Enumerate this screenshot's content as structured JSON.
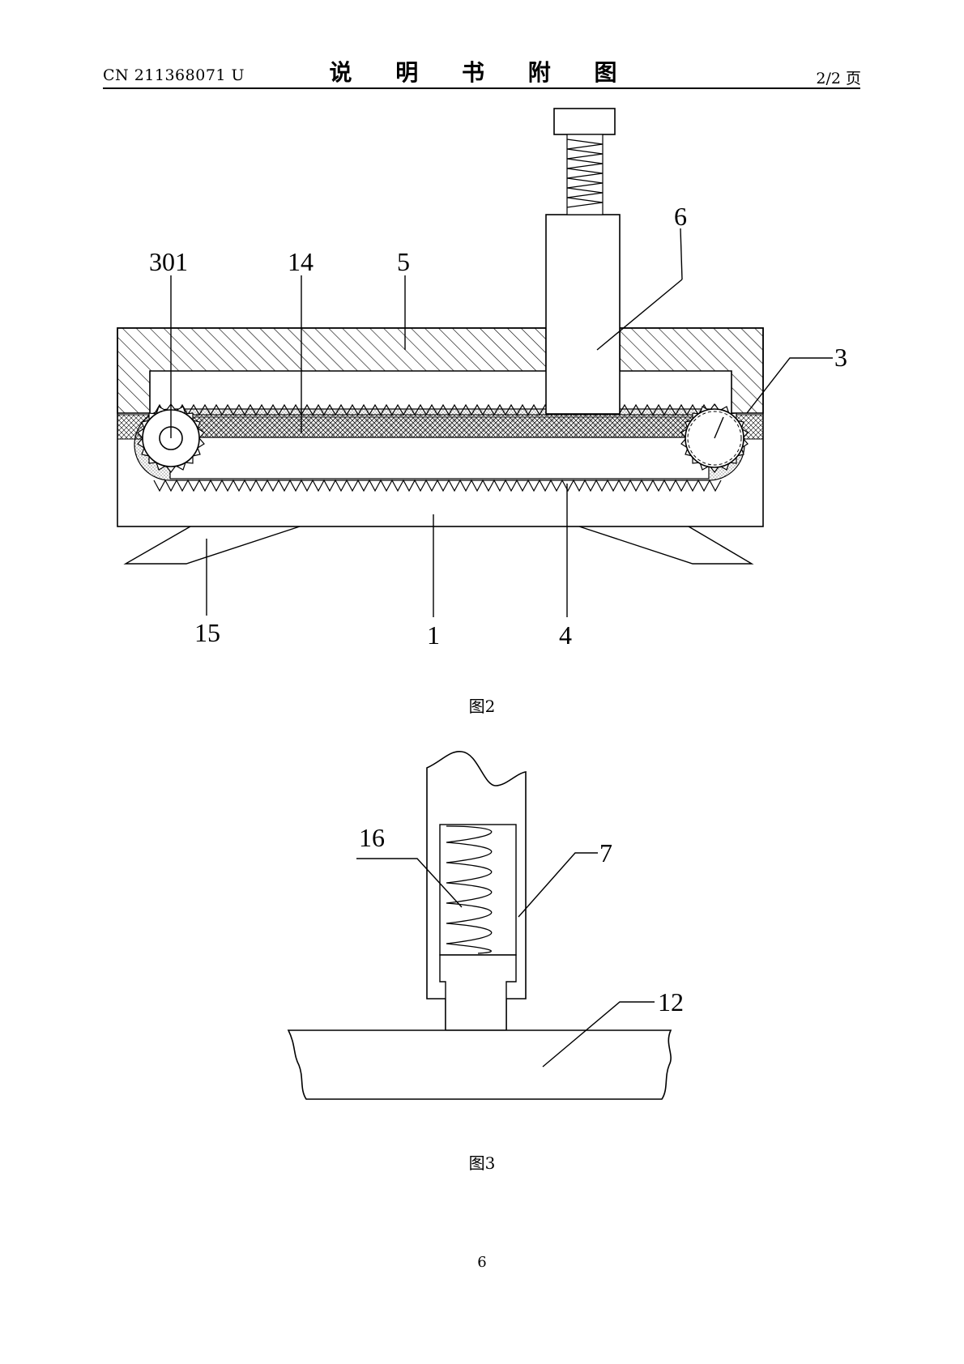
{
  "header": {
    "doc_id": "CN 211368071 U",
    "section_title": "说 明 书 附 图",
    "page_of": "2/2 页"
  },
  "figure2": {
    "caption": "图2",
    "labels": {
      "l301": "301",
      "l14": "14",
      "l5": "5",
      "l6": "6",
      "l3": "3",
      "l15": "15",
      "l1": "1",
      "l4": "4"
    }
  },
  "figure3": {
    "caption": "图3",
    "labels": {
      "l16": "16",
      "l7": "7",
      "l12": "12"
    }
  },
  "footer": {
    "page_number": "6"
  }
}
